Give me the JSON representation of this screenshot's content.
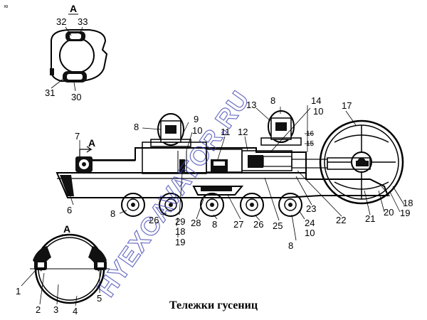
{
  "corner_mark": "ю",
  "caption": "Тележки гусениц",
  "watermark": "HYEXCAVATOR.RU",
  "section_labels": {
    "top": "А",
    "bottom": "А",
    "view_arrow": "А"
  },
  "callouts": {
    "n1": "1",
    "n2": "2",
    "n3": "3",
    "n4": "4",
    "n5": "5",
    "n6": "6",
    "n7": "7",
    "n8a": "8",
    "n8b": "8",
    "n8c": "8",
    "n8d": "8",
    "n8e": "8",
    "n9": "9",
    "n10a": "10",
    "n10b": "10",
    "n10c": "10",
    "n11": "11",
    "n12": "12",
    "n13": "13",
    "n14": "14",
    "n15": "15",
    "n16": "16",
    "n17": "17",
    "n18a": "18",
    "n18b": "18",
    "n19a": "19",
    "n19b": "19",
    "n20": "20",
    "n21": "21",
    "n22": "22",
    "n23": "23",
    "n24": "24",
    "n25": "25",
    "n26a": "26",
    "n26b": "26",
    "n27": "27",
    "n28": "28",
    "n29": "29",
    "n30": "30",
    "n31": "31",
    "n32": "32",
    "n33": "33"
  }
}
